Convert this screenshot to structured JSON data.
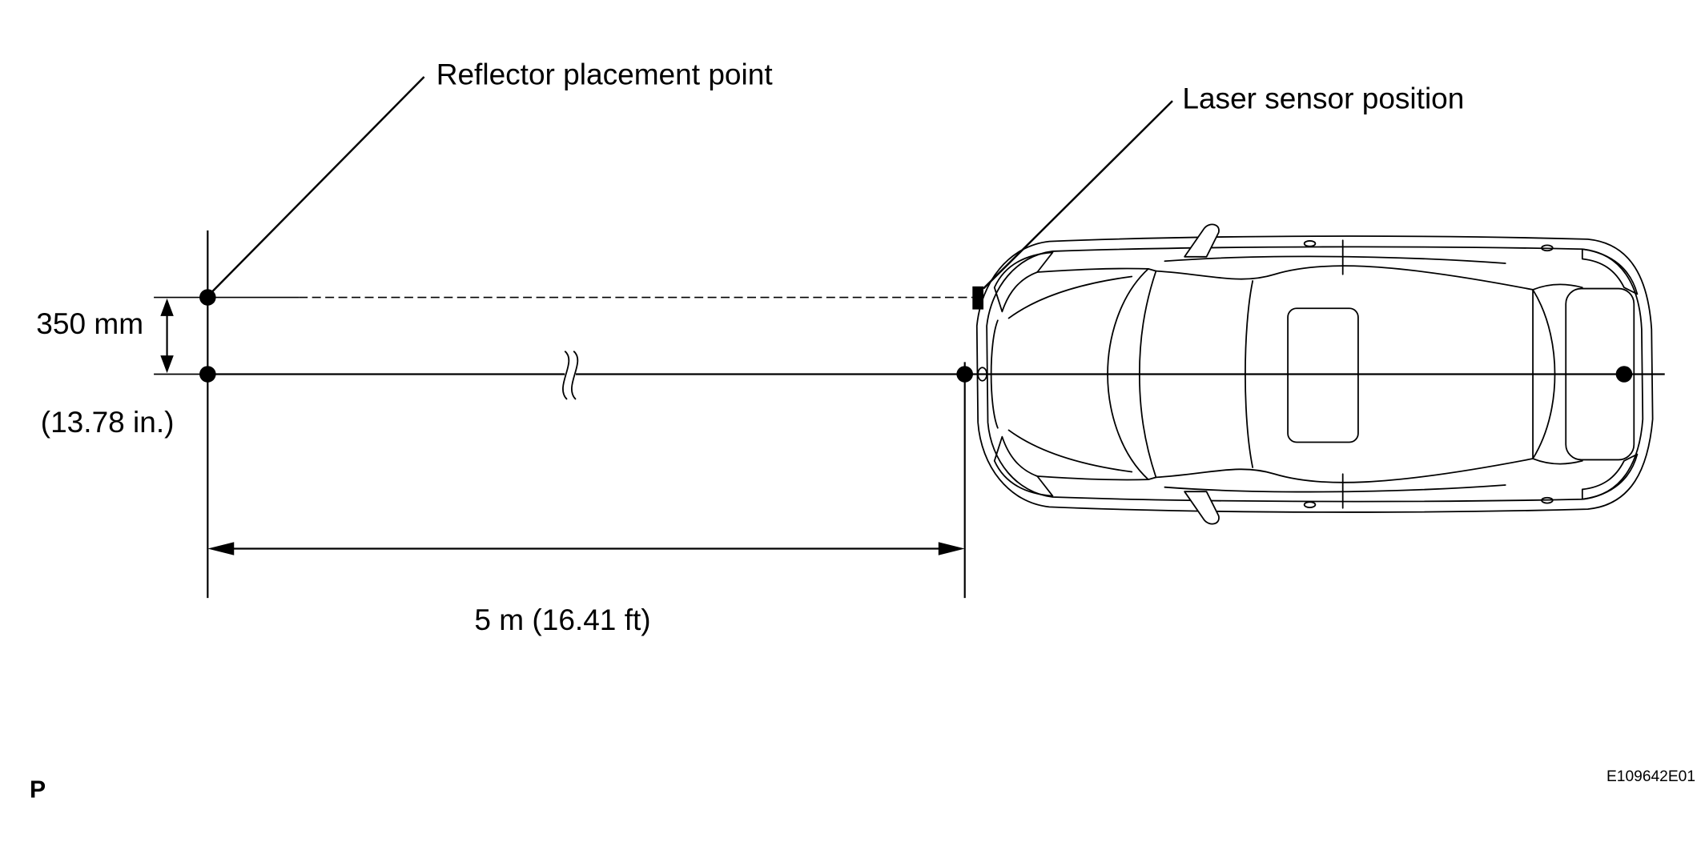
{
  "labels": {
    "reflector": "Reflector placement point",
    "laser": "Laser sensor position",
    "offset_mm": "350 mm",
    "offset_in": "(13.78 in.)",
    "distance": "5 m (16.41 ft)",
    "page_marker": "P",
    "figure_id": "E109642E01"
  },
  "colors": {
    "line": "#000000",
    "background": "#ffffff"
  }
}
